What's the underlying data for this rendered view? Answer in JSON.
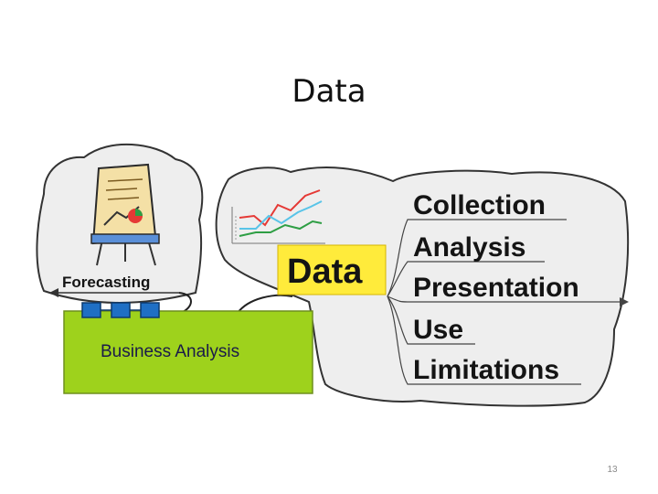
{
  "slide": {
    "title": "Data",
    "page_number": "13"
  },
  "diagram": {
    "forecasting_label": "Forecasting",
    "business_label": "Business Analysis",
    "data_label": "Data",
    "branches": [
      {
        "label": "Collection"
      },
      {
        "label": "Analysis"
      },
      {
        "label": "Presentation"
      },
      {
        "label": "Use"
      },
      {
        "label": "Limitations"
      }
    ],
    "colors": {
      "cloud_fill": "#eeeeee",
      "business_box": "#9ed21c",
      "data_highlight": "#ffeb3b",
      "connector_blue": "#1f6fc4",
      "line_red": "#e53935",
      "line_cyan": "#58c4e8",
      "line_green": "#2e9e44"
    }
  }
}
